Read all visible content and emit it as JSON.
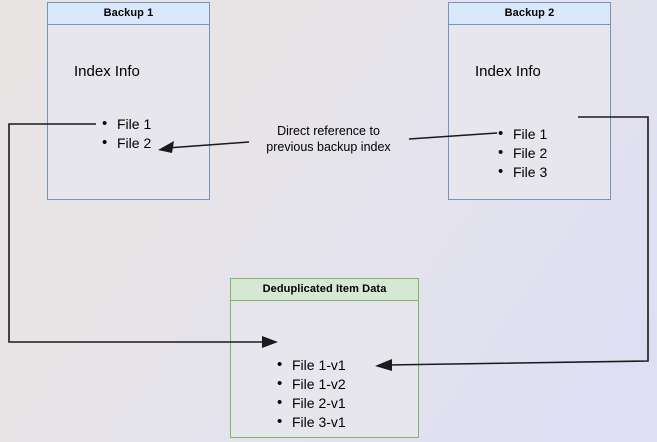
{
  "diagram": {
    "title_semantic": "backup-deduplication-diagram",
    "background_colors": {
      "top_left": "#e8e4e4",
      "bottom_right": "#dedef5"
    },
    "palette": {
      "blue_border": "#7792bd",
      "blue_header_fill": "#dae8fc",
      "box_body_fill": "#e6e6ec",
      "green_border": "#82b366",
      "green_header_fill": "#d5e8d4",
      "edge_stroke": "#1a1a1a"
    },
    "boxes": [
      {
        "id": "backup-1",
        "header": "Backup 1",
        "section_label": "Index Info",
        "items": [
          "File 1",
          "File 2"
        ]
      },
      {
        "id": "backup-2",
        "header": "Backup 2",
        "section_label": "Index Info",
        "items": [
          "File 1",
          "File 2",
          "File 3"
        ]
      },
      {
        "id": "deduplicated-item-data",
        "header": "Deduplicated Item Data",
        "section_label": "",
        "items": [
          "File 1-v1",
          "File 1-v2",
          "File 2-v1",
          "File 3-v1"
        ]
      }
    ],
    "caption": {
      "line1": "Direct reference to",
      "line2": "previous backup index"
    },
    "edges": [
      {
        "id": "backup2-index-to-backup1-index",
        "label": "Direct reference to previous backup index",
        "from": "backup-2 File 2",
        "to": "backup-1 File 2",
        "arrowhead": "at-target"
      },
      {
        "id": "backup1-file1-to-dedup-file1v1",
        "from": "backup-1 File 1",
        "to": "deduplicated-item-data File 1-v1",
        "arrowhead": "at-target"
      },
      {
        "id": "backup2-file1-to-dedup-file1v2",
        "from": "backup-2 File 1",
        "to": "deduplicated-item-data File 1-v2",
        "arrowhead": "at-target"
      }
    ]
  }
}
